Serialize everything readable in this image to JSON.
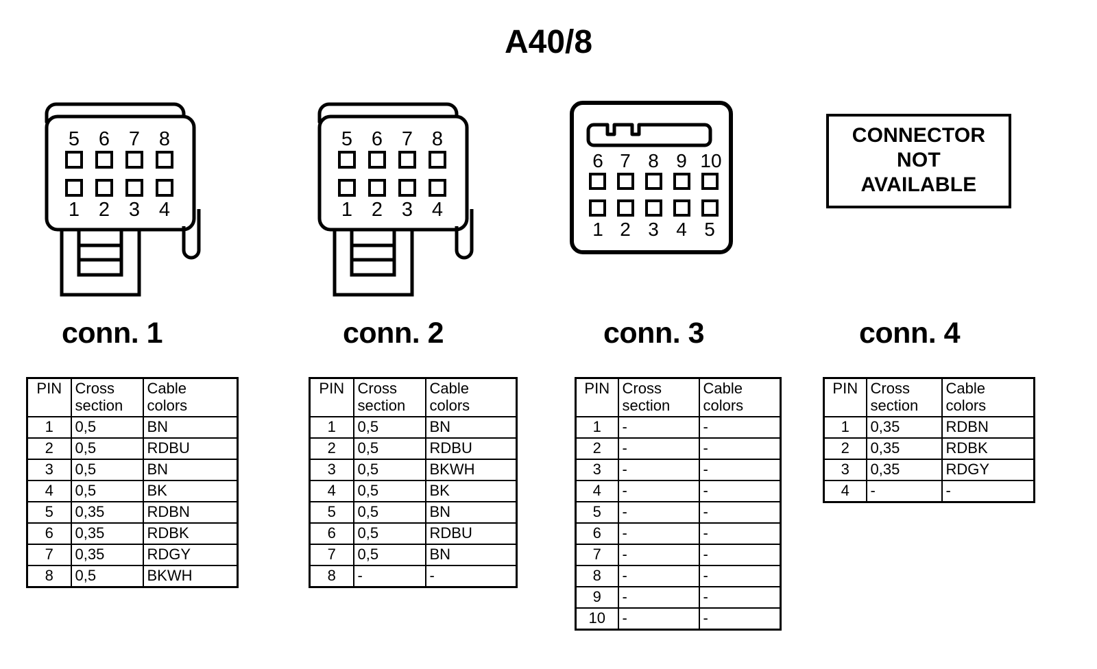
{
  "title": "A40/8",
  "table_headers": {
    "pin": "PIN",
    "cross_section_line1": "Cross",
    "cross_section_line2": "section",
    "cable_colors_line1": "Cable",
    "cable_colors_line2": "colors"
  },
  "not_available_box": {
    "line1": "CONNECTOR",
    "line2": "NOT",
    "line3": "AVAILABLE"
  },
  "connectors": [
    {
      "label": "conn. 1",
      "graphic_type": "housing-8pin-latch",
      "pin_numbers_top": [
        "5",
        "6",
        "7",
        "8"
      ],
      "pin_numbers_bottom": [
        "1",
        "2",
        "3",
        "4"
      ],
      "rows": [
        {
          "pin": "1",
          "cross_section": "0,5",
          "cable_colors": "BN"
        },
        {
          "pin": "2",
          "cross_section": "0,5",
          "cable_colors": "RDBU"
        },
        {
          "pin": "3",
          "cross_section": "0,5",
          "cable_colors": "BN"
        },
        {
          "pin": "4",
          "cross_section": "0,5",
          "cable_colors": "BK"
        },
        {
          "pin": "5",
          "cross_section": "0,35",
          "cable_colors": "RDBN"
        },
        {
          "pin": "6",
          "cross_section": "0,35",
          "cable_colors": "RDBK"
        },
        {
          "pin": "7",
          "cross_section": "0,35",
          "cable_colors": "RDGY"
        },
        {
          "pin": "8",
          "cross_section": "0,5",
          "cable_colors": "BKWH"
        }
      ]
    },
    {
      "label": "conn. 2",
      "graphic_type": "housing-8pin-latch",
      "pin_numbers_top": [
        "5",
        "6",
        "7",
        "8"
      ],
      "pin_numbers_bottom": [
        "1",
        "2",
        "3",
        "4"
      ],
      "rows": [
        {
          "pin": "1",
          "cross_section": "0,5",
          "cable_colors": "BN"
        },
        {
          "pin": "2",
          "cross_section": "0,5",
          "cable_colors": "RDBU"
        },
        {
          "pin": "3",
          "cross_section": "0,5",
          "cable_colors": "BKWH"
        },
        {
          "pin": "4",
          "cross_section": "0,5",
          "cable_colors": "BK"
        },
        {
          "pin": "5",
          "cross_section": "0,5",
          "cable_colors": "BN"
        },
        {
          "pin": "6",
          "cross_section": "0,5",
          "cable_colors": "RDBU"
        },
        {
          "pin": "7",
          "cross_section": "0,5",
          "cable_colors": "BN"
        },
        {
          "pin": "8",
          "cross_section": "-",
          "cable_colors": "-"
        }
      ]
    },
    {
      "label": "conn. 3",
      "graphic_type": "housing-10pin-slot",
      "pin_numbers_top": [
        "6",
        "7",
        "8",
        "9",
        "10"
      ],
      "pin_numbers_bottom": [
        "1",
        "2",
        "3",
        "4",
        "5"
      ],
      "rows": [
        {
          "pin": "1",
          "cross_section": "-",
          "cable_colors": "-"
        },
        {
          "pin": "2",
          "cross_section": "-",
          "cable_colors": "-"
        },
        {
          "pin": "3",
          "cross_section": "-",
          "cable_colors": "-"
        },
        {
          "pin": "4",
          "cross_section": "-",
          "cable_colors": "-"
        },
        {
          "pin": "5",
          "cross_section": "-",
          "cable_colors": "-"
        },
        {
          "pin": "6",
          "cross_section": "-",
          "cable_colors": "-"
        },
        {
          "pin": "7",
          "cross_section": "-",
          "cable_colors": "-"
        },
        {
          "pin": "8",
          "cross_section": "-",
          "cable_colors": "-"
        },
        {
          "pin": "9",
          "cross_section": "-",
          "cable_colors": "-"
        },
        {
          "pin": "10",
          "cross_section": "-",
          "cable_colors": "-"
        }
      ]
    },
    {
      "label": "conn. 4",
      "graphic_type": "not-available",
      "pin_numbers_top": [],
      "pin_numbers_bottom": [],
      "rows": [
        {
          "pin": "1",
          "cross_section": "0,35",
          "cable_colors": "RDBN"
        },
        {
          "pin": "2",
          "cross_section": "0,35",
          "cable_colors": "RDBK"
        },
        {
          "pin": "3",
          "cross_section": "0,35",
          "cable_colors": "RDGY"
        },
        {
          "pin": "4",
          "cross_section": "-",
          "cable_colors": "-"
        }
      ]
    }
  ],
  "colors": {
    "ink": "#000000",
    "paper": "#ffffff"
  }
}
